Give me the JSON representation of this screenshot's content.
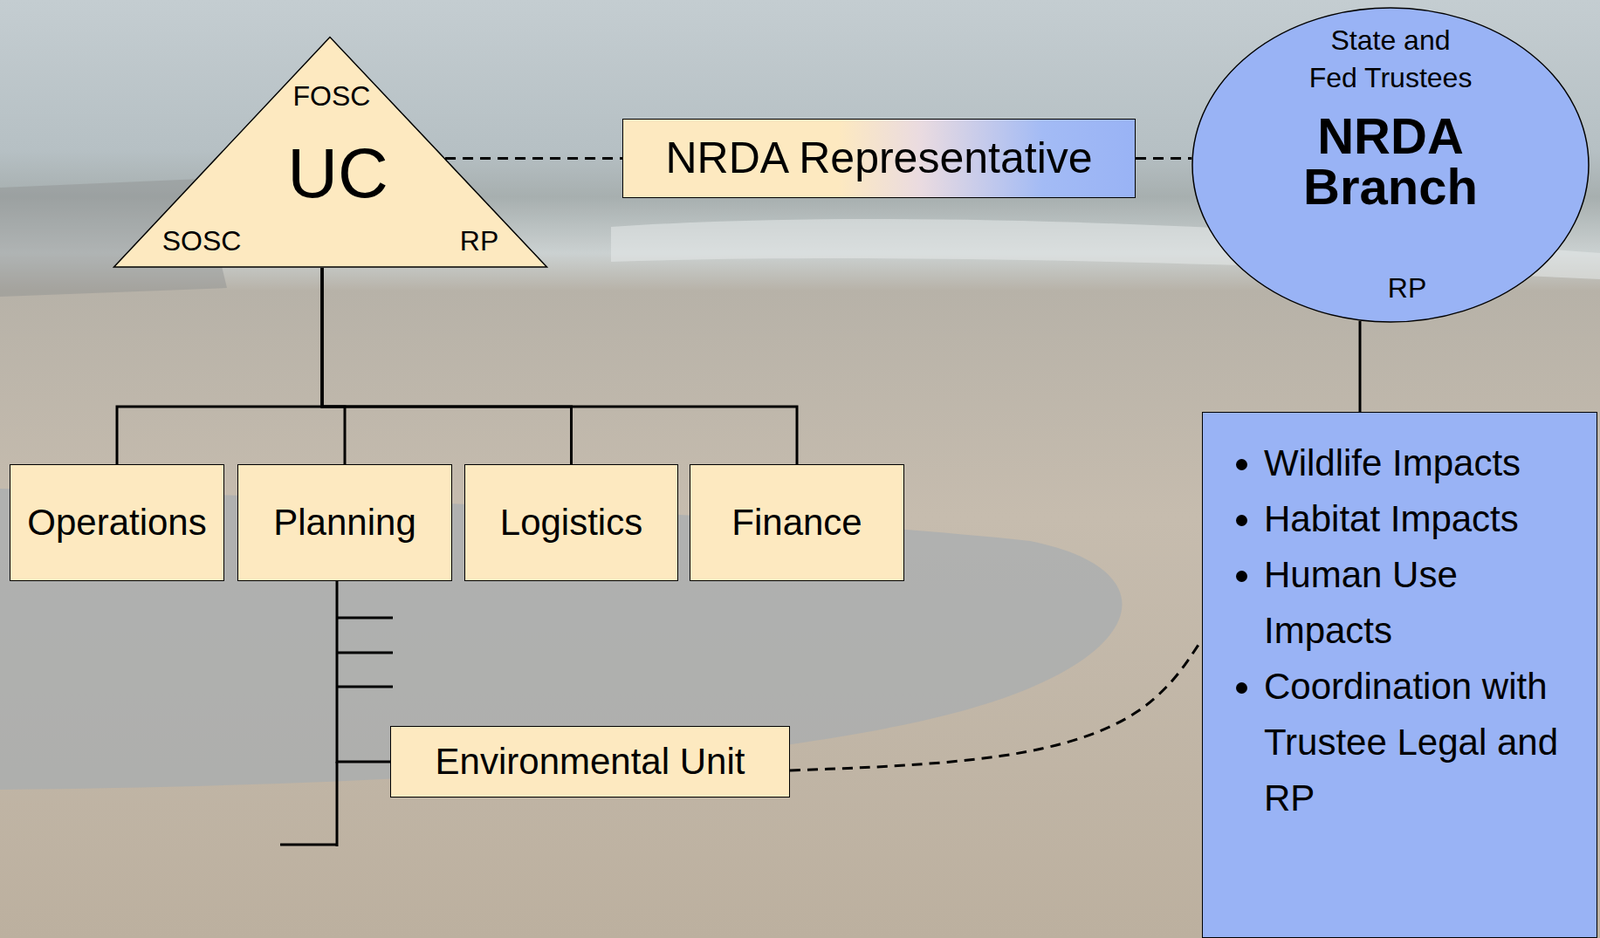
{
  "diagram": {
    "nodes": [
      {
        "text": [
          "FOSC",
          "UC",
          "SOSC",
          "RP"
        ]
      },
      {
        "text": [
          "NRDA Representative"
        ]
      },
      {
        "text": [
          "State and Fed Trustees",
          "NRDA Branch",
          "RP"
        ]
      },
      {
        "text": [
          "Operations"
        ]
      },
      {
        "text": [
          "Planning"
        ]
      },
      {
        "text": [
          "Logistics"
        ]
      },
      {
        "text": [
          "Finance"
        ]
      },
      {
        "text": [
          "Wildlife Impacts",
          "Habitat Impacts",
          "Human Use Impacts",
          "Coordination with Trustee Legal and RP"
        ]
      },
      {
        "text": [
          "Environmental Unit"
        ]
      }
    ],
    "edges": [
      {
        "from": 0,
        "to": 1,
        "arrow": "none"
      },
      {
        "from": 1,
        "to": 2,
        "arrow": "none"
      },
      {
        "from": 0,
        "to": 3,
        "arrow": "none"
      },
      {
        "from": 0,
        "to": 4,
        "arrow": "none"
      },
      {
        "from": 0,
        "to": 5,
        "arrow": "none"
      },
      {
        "from": 0,
        "to": 6,
        "arrow": "none"
      },
      {
        "from": 4,
        "to": 8,
        "arrow": "none"
      },
      {
        "from": 2,
        "to": 7,
        "arrow": "none"
      },
      {
        "from": 8,
        "to": 7,
        "arrow": "none"
      }
    ]
  }
}
